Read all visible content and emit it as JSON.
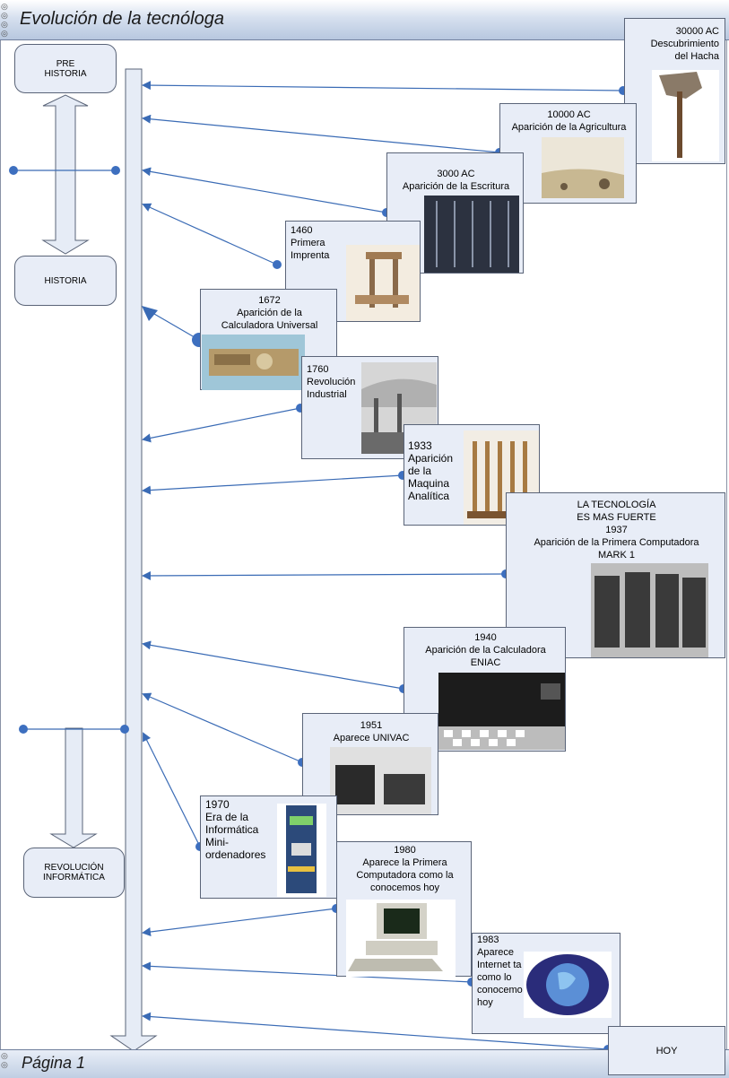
{
  "header": {
    "title": "Evolución de la tecnóloga"
  },
  "footer": {
    "title": "Página 1"
  },
  "eras": {
    "prehistoria": "PRE\nHISTORIA",
    "historia": "HISTORIA",
    "revolucion": "REVOLUCIÓN\nINFORMÁTICA",
    "hoy": "HOY"
  },
  "events": {
    "hacha": "30000 AC\nDescubrimiento\ndel Hacha",
    "agricultura": "10000 AC\nAparición de la Agricultura",
    "escritura": "3000 AC\nAparición de la Escritura",
    "imprenta": "1460\nPrimera\nImprenta",
    "calculadora": "1672\nAparición de la\nCalculadora Universal",
    "industrial": "1760\nRevolución\nIndustrial",
    "maquina": "1933\nAparición\nde la\nMaquina\nAnalítica",
    "mark1": "LA TECNOLOGÍA\nES MAS FUERTE\n1937\nAparición de la Primera Computadora\nMARK 1",
    "eniac": "1940\nAparición de la Calculadora\nENIAC",
    "univac": "1951\nAparece UNIVAC",
    "mini": "1970\nEra de la\nInformática\nMini-\nordenadores",
    "pc": "1980\nAparece la Primera\nComputadora como la\nconocemos hoy",
    "internet": "1983\nAparece\nInternet ta\ncomo lo\nconocemo\nhoy"
  },
  "colors": {
    "line": "#3a6bb5",
    "dot": "#3d6fbf",
    "box": "#e8edf7",
    "border": "#5a6478"
  }
}
